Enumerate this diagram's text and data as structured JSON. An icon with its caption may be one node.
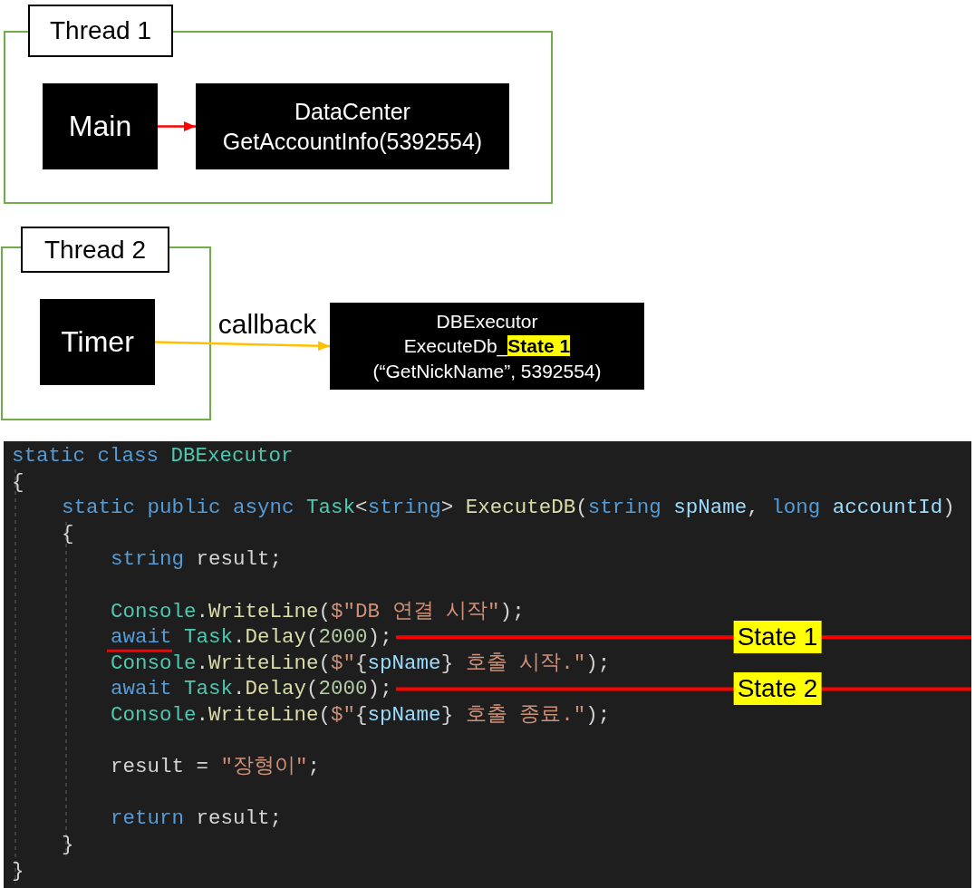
{
  "diagram": {
    "nodes": [
      {
        "text": [
          "Thread 1"
        ]
      },
      {
        "text": [
          "Main"
        ],
        "in": 0
      },
      {
        "text": [
          "DataCenter",
          "GetAccountInfo(5392554)"
        ],
        "in": 0
      },
      {
        "text": [
          "Thread 2"
        ]
      },
      {
        "text": [
          "Timer"
        ],
        "in": 3
      },
      {
        "text": [
          "DBExecutor",
          "ExecuteDb_**State 1** (“GetNickName”, 5392554)"
        ]
      }
    ],
    "edges": [
      {
        "from": 1,
        "to": 2,
        "arrow": "to",
        "color": "#ff0000"
      },
      {
        "from": 4,
        "to": 5,
        "arrow": "to",
        "label": "callback",
        "color": "#ffc000"
      }
    ],
    "labels": [
      "static class DBExecutor",
      "{",
      "static public async Task<string> ExecuteDB(string spName, long accountId)",
      "{",
      "string result;",
      "Console.WriteLine($\"DB 연결 시작\");",
      "await Task.Delay(2000);",
      "State 1",
      "Console.WriteLine($\"{spName} 호출 시작.\");",
      "await Task.Delay(2000);",
      "State 2",
      "Console.WriteLine($\"{spName} 호출 종료.\");",
      "result = \"장형이\";",
      "return result;",
      "}",
      "}"
    ]
  }
}
